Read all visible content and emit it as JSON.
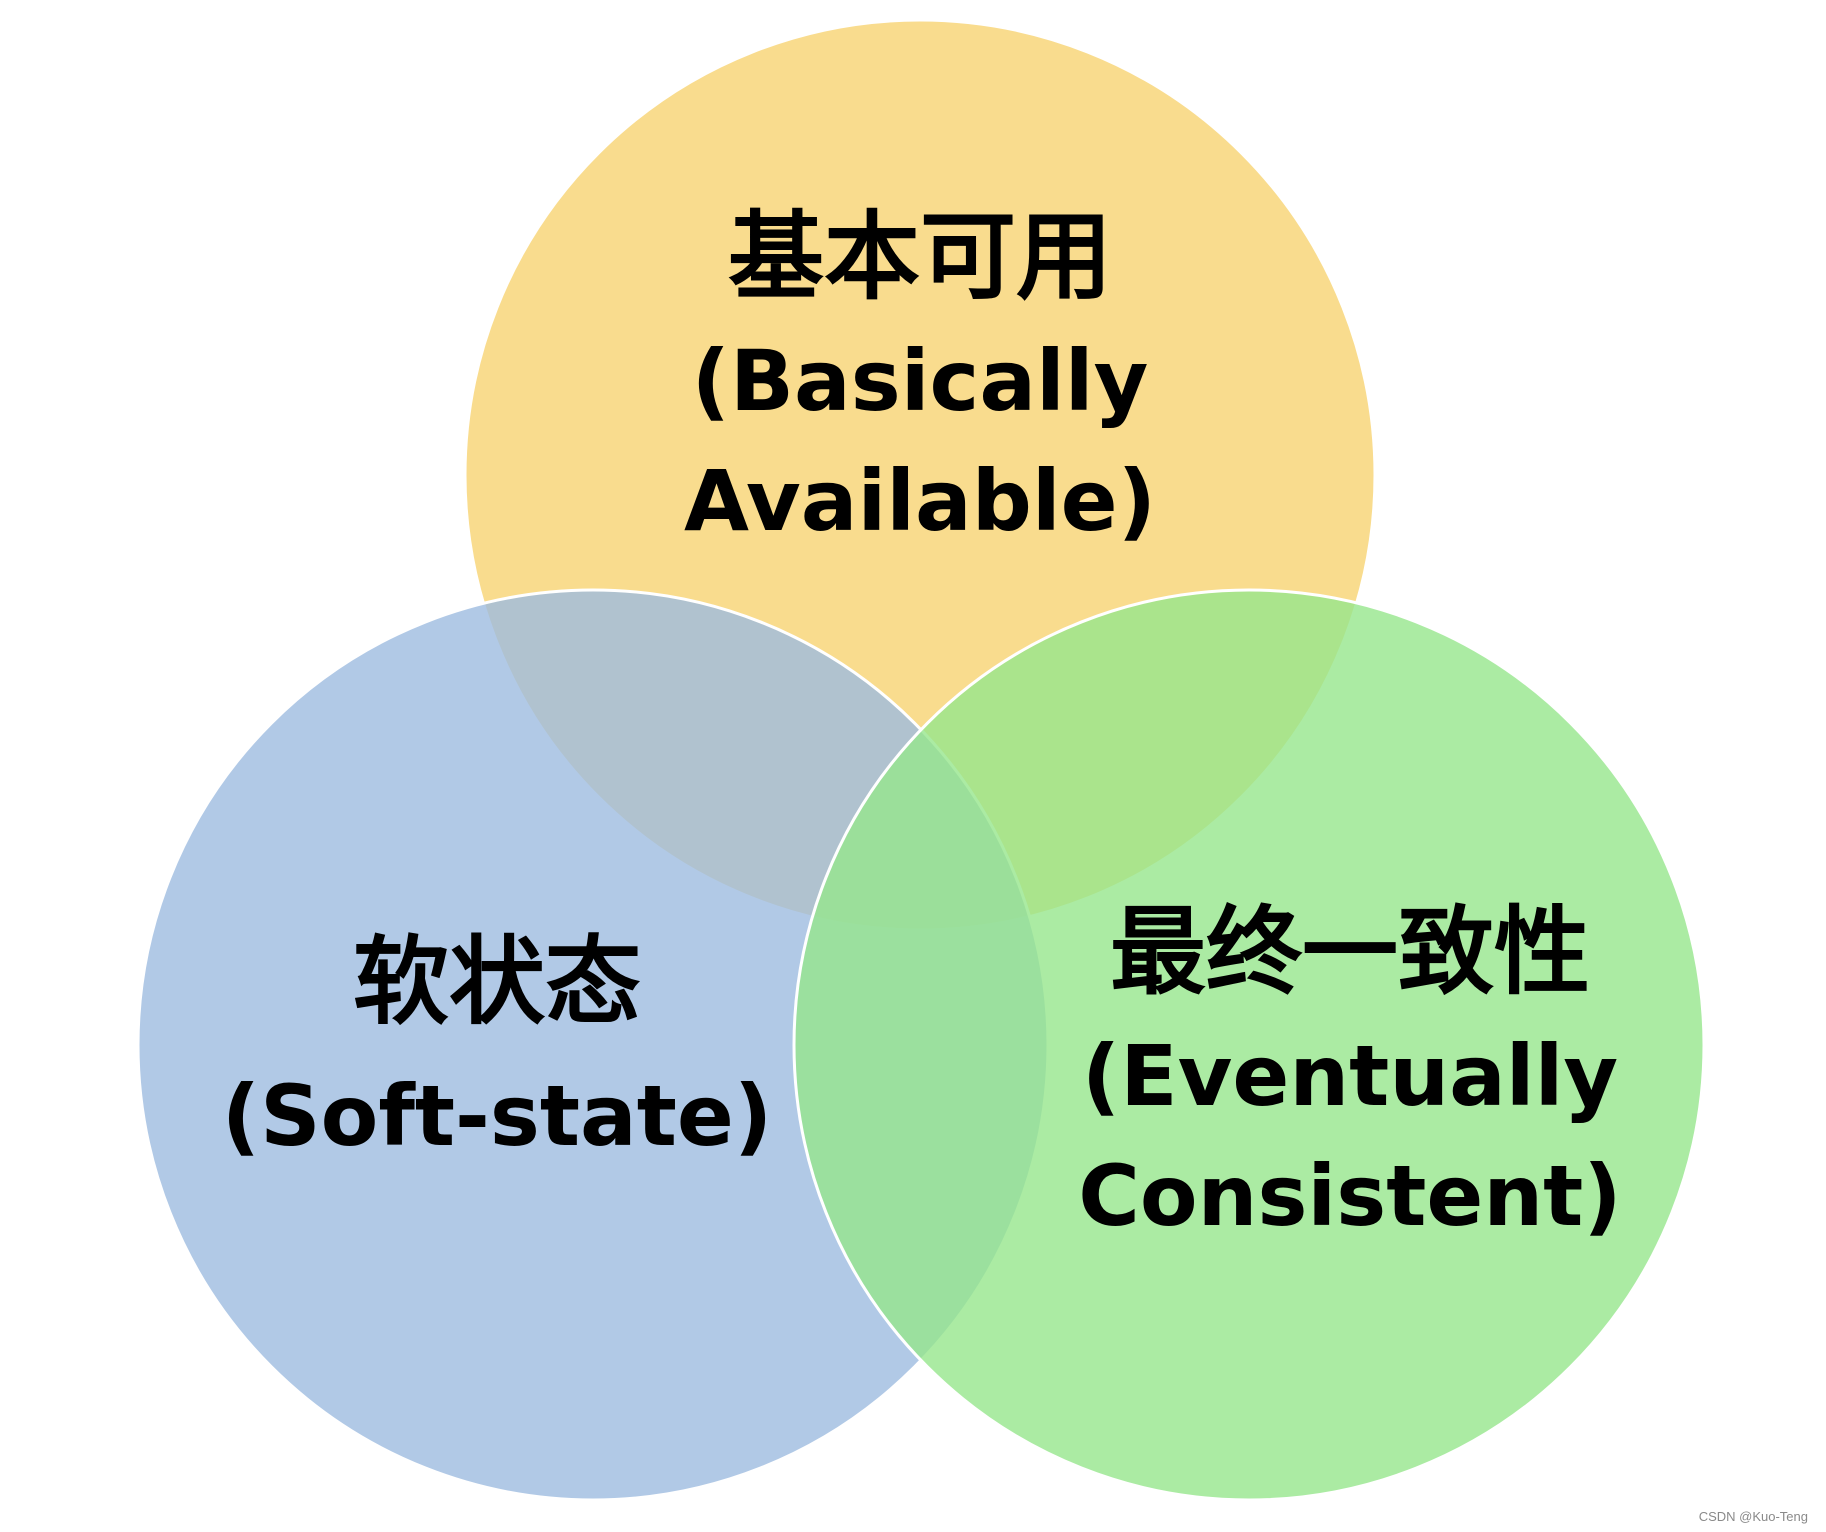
{
  "diagram": {
    "type": "venn",
    "sets": [
      {
        "id": "basically-available",
        "lines": [
          "基本可用",
          "(Basically",
          "Available)"
        ],
        "color": "#f7d372",
        "opacity": 0.8
      },
      {
        "id": "soft-state",
        "lines": [
          "软状态",
          "(Soft-state)"
        ],
        "color": "#9dbce0",
        "opacity": 0.8
      },
      {
        "id": "eventually-consistent",
        "lines": [
          "最终一致性",
          "(Eventually",
          "Consistent)"
        ],
        "color": "#96e68c",
        "opacity": 0.8
      }
    ]
  },
  "watermark": "CSDN @Kuo-Teng"
}
